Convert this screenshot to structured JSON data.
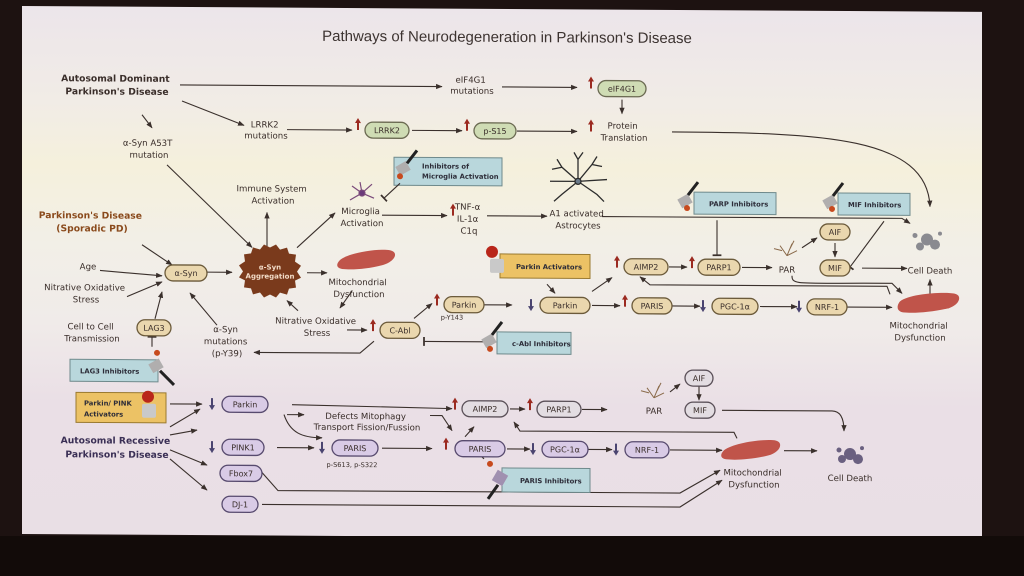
{
  "title": "Pathways of Neurodegeneration in Parkinson's Disease",
  "sources": {
    "autosomal_dominant": [
      "Autosomal Dominant",
      "Parkinson's Disease"
    ],
    "sporadic": [
      "Parkinson's Disease",
      "(Sporadic PD)"
    ],
    "autosomal_recessive": [
      "Autosomal Recessive",
      "Parkinson's Disease"
    ]
  },
  "labels": {
    "eif4g1_mutations": [
      "eIF4G1",
      "mutations"
    ],
    "lrrk2_mutations": [
      "LRRK2",
      "mutations"
    ],
    "asyn_a53t": [
      "α-Syn A53T",
      "mutation"
    ],
    "protein_translation": [
      "Protein",
      "Translation"
    ],
    "immune_activation": [
      "Immune System",
      "Activation"
    ],
    "microglia_activation": [
      "Microglia",
      "Activation"
    ],
    "cytokines": [
      "TNF-α",
      "IL-1α",
      "C1q"
    ],
    "a1_astrocytes": [
      "A1 activated",
      "Astrocytes"
    ],
    "age": "Age",
    "nitrative_stress_left": [
      "Nitrative Oxidative",
      "Stress"
    ],
    "cell_to_cell": [
      "Cell to Cell",
      "Transmission"
    ],
    "asyn_aggregation": [
      "α-Syn",
      "Aggregation"
    ],
    "mito_dysfunction_1": [
      "Mitochondrial",
      "Dysfunction"
    ],
    "nitrative_stress_mid": [
      "Nitrative Oxidative",
      "Stress"
    ],
    "asyn_mutations": [
      "α-Syn",
      "mutations",
      "(p-Y39)"
    ],
    "parkin_p_y143": "p-Y143",
    "par_top": "PAR",
    "cell_death_top": "Cell Death",
    "mito_dysfunction_2": [
      "Mitochondrial",
      "Dysfunction"
    ],
    "defects_mitophagy": [
      "Defects Mitophagy",
      "Transport Fission/Fussion"
    ],
    "paris_phospho": "p-S613, p-S322",
    "par_bottom": "PAR",
    "mito_dysfunction_3": [
      "Mitochondrial",
      "Dysfunction"
    ],
    "cell_death_bottom": "Cell Death"
  },
  "nodes": {
    "eif4g1": "eIF4G1",
    "lrrk2": "LRRK2",
    "p_s15": "p-S15",
    "asyn": "α-Syn",
    "lag3": "LAG3",
    "c_abl": "C-Abl",
    "parkin_up": "Parkin",
    "parkin_down": "Parkin",
    "aimp2_top": "AIMP2",
    "parp1_top": "PARP1",
    "paris_top": "PARIS",
    "pgc1a_top": "PGC-1α",
    "nrf1_top": "NRF-1",
    "aif_top": "AIF",
    "mif_top": "MIF",
    "parkin_ar": "Parkin",
    "pink1": "PINK1",
    "fbox7": "Fbox7",
    "dj1": "DJ-1",
    "paris_ar_down": "PARIS",
    "paris_ar_up": "PARIS",
    "aimp2_ar": "AIMP2",
    "parp1_ar": "PARP1",
    "pgc1a_ar": "PGC-1α",
    "nrf1_ar": "NRF-1",
    "aif_ar": "AIF",
    "mif_ar": "MIF"
  },
  "therapeutics": {
    "microglia_inhibitors": [
      "Inhibitors of",
      "Microglia Activation"
    ],
    "parp_inhibitors": "PARP Inhibitors",
    "mif_inhibitors": "MIF Inhibitors",
    "parkin_activators": "Parkin Activators",
    "c_abl_inhibitors": "c-Abl Inhibitors",
    "lag3_inhibitors": "LAG3 Inhibitors",
    "parkin_pink_activators": [
      "Parkin/ PINK",
      "Activators"
    ],
    "paris_inhibitors": "PARIS Inhibitors"
  },
  "colors": {
    "up_arrow": "#9b2a20",
    "down_arrow": "#4a4470",
    "green_pill": "#cfdcb4",
    "tan_pill": "#ead7ae",
    "purple_pill": "#d9cbe6",
    "inhibitor_box": "#b9d7dc",
    "activator_box": "#ecc265",
    "mitochondria": "#c0544a",
    "aggregation": "#7a3a1c"
  }
}
